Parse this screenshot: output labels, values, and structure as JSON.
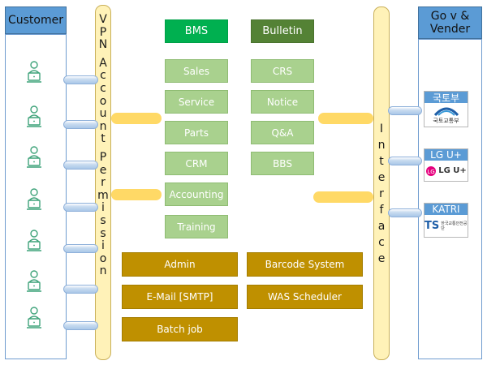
{
  "left_panel": {
    "title": "Customer"
  },
  "right_panel": {
    "title_line1": "Go v &",
    "title_line2": "Vender"
  },
  "vpn_bar": {
    "letters_1": [
      "V",
      "P",
      "N"
    ],
    "letters_2": [
      "A",
      "c",
      "c",
      "o",
      "u",
      "n",
      "t"
    ],
    "letters_3": [
      "P",
      "e",
      "r",
      "m",
      "i",
      "s",
      "s",
      "i",
      "o",
      "n"
    ]
  },
  "interface_bar": {
    "letters": [
      "I",
      "n",
      "t",
      "e",
      "r",
      "f",
      "a",
      "c",
      "e"
    ]
  },
  "headers": {
    "bms": "BMS",
    "bulletin": "Bulletin"
  },
  "bms_items": [
    "Sales",
    "Service",
    "Parts",
    "CRM",
    "Accounting",
    "Training"
  ],
  "bulletin_items": [
    "CRS",
    "Notice",
    "Q&A",
    "BBS"
  ],
  "system_items": [
    "Admin",
    "Barcode System",
    "E-Mail [SMTP]",
    "WAS Scheduler",
    "Batch job"
  ],
  "partners": [
    {
      "title": "국토부",
      "caption": "국토교통부",
      "icon": "molit-logo"
    },
    {
      "title": "LG U+",
      "caption": "LG U+",
      "icon": "lguplus-logo"
    },
    {
      "title": "KATRI",
      "caption": "한국교통안전공단",
      "icon": "ts-logo"
    }
  ],
  "customers": {
    "count": 7,
    "icon": "user-computer-icon"
  },
  "colors": {
    "header_blue": "#5b9bd5",
    "bms_green": "#00b050",
    "bulletin_green": "#548235",
    "item_green": "#a9d18e",
    "system_gold": "#bf9000",
    "tube_yellow": "#fff2b8",
    "connector_yellow": "#ffd966"
  }
}
